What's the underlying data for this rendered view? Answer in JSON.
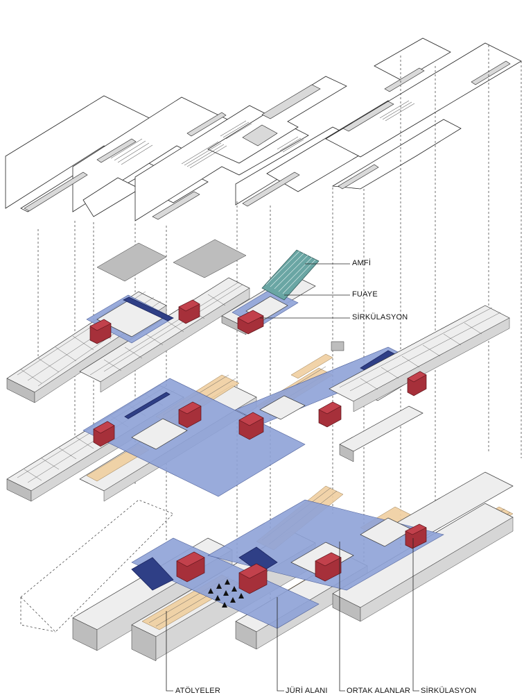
{
  "labels": {
    "amfi": "AMFİ",
    "fuaye": "FUAYE",
    "sirkulasyon_top": "SİRKÜLASYON",
    "atolyeler": "ATÖLYELER",
    "juri_alani": "JÜRİ ALANI",
    "ortak_alanlar": "ORTAK ALANLAR",
    "sirkulasyon_bottom": "SİRKÜLASYON"
  },
  "colors": {
    "circulation": "#8fa3d8",
    "workshop": "#f0cfa0",
    "core": "#a6303a",
    "amphitheatre": "#6aa6a4",
    "wall": "#bdbdbd"
  },
  "icons": [
    "tree-icon"
  ]
}
